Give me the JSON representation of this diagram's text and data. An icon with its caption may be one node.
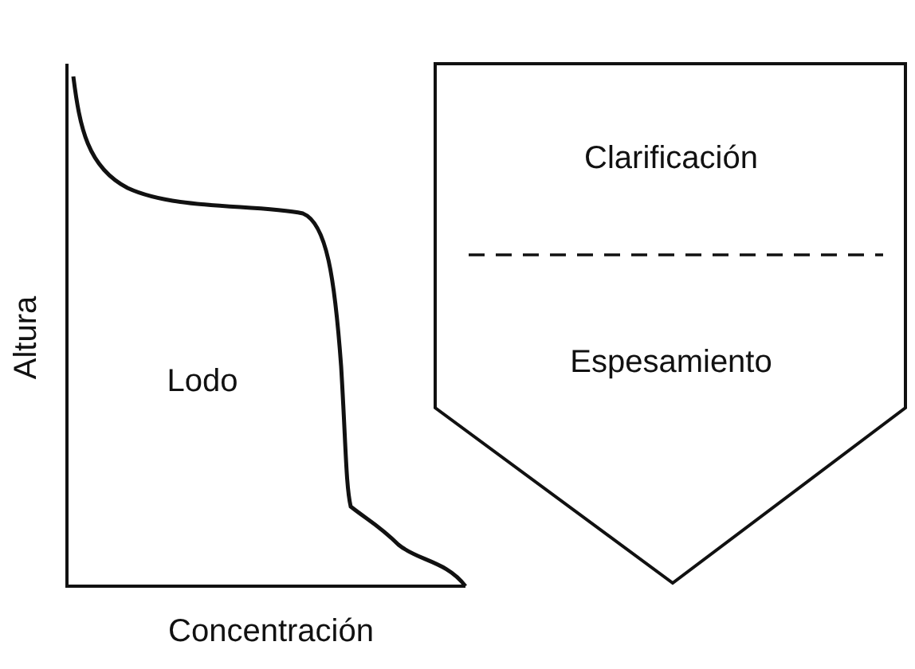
{
  "diagram": {
    "nodes": [
      {
        "text": [
          "Clarificación",
          "Espesamiento"
        ]
      }
    ],
    "labels": [
      "Altura",
      "Lodo",
      "Concentración"
    ]
  }
}
